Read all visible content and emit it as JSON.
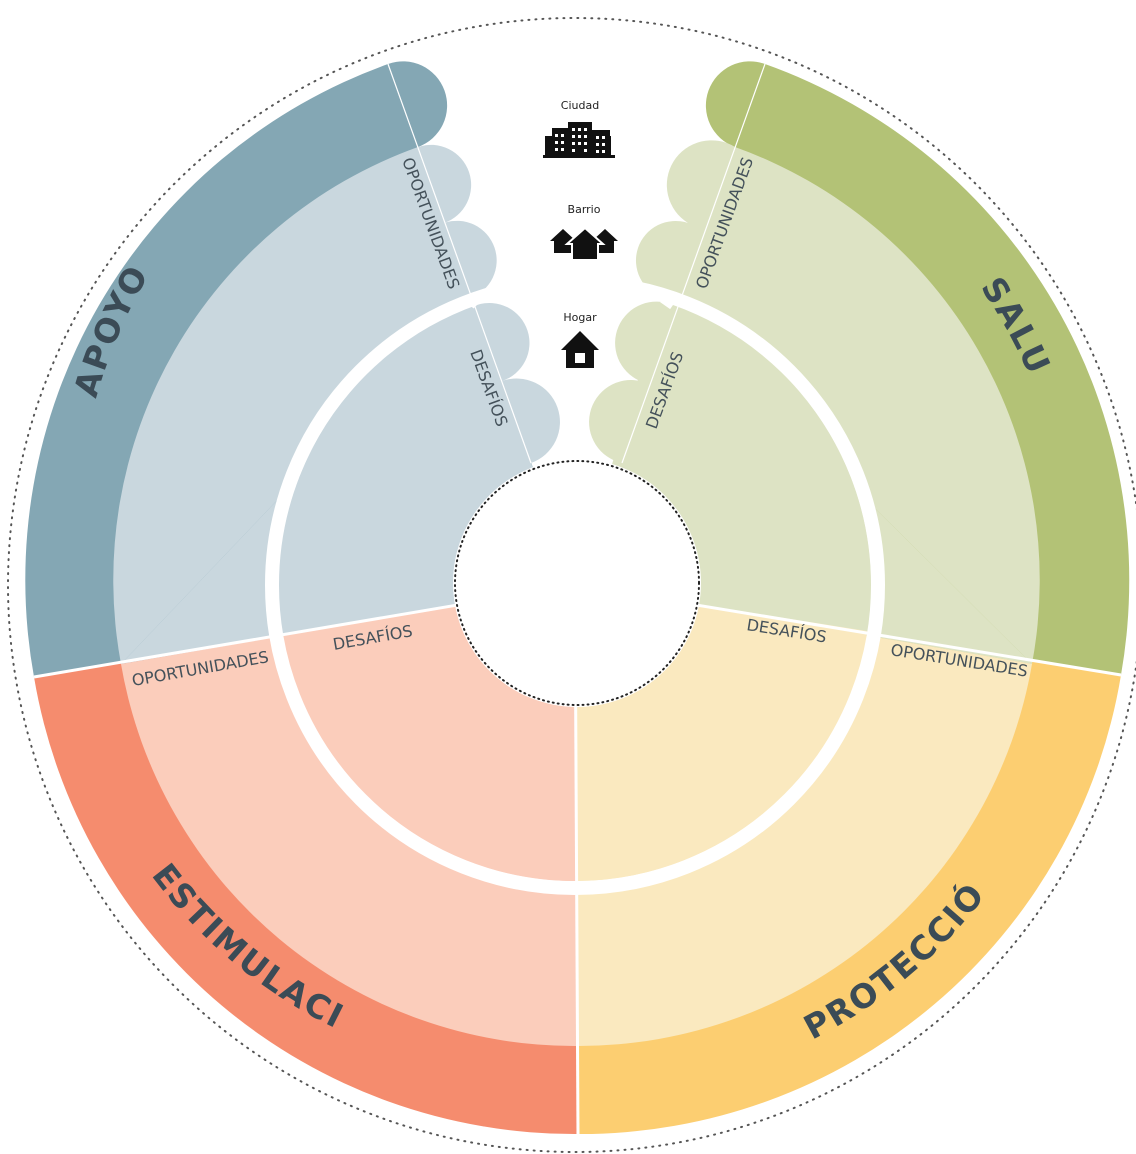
{
  "colors": {
    "apoyo_outer": "#84a7b4",
    "apoyo_mid": "#c9d7de",
    "salud_outer": "#b3c276",
    "salud_mid": "#dde3c4",
    "estimulacion_outer": "#f58c6e",
    "estimulacion_mid": "#fbcdbb",
    "proteccion_outer": "#fcce71",
    "proteccion_mid": "#fae9bf",
    "text": "#3b4b56"
  },
  "quadrants": {
    "apoyo": {
      "label": "APOYO",
      "outer_label": "OPORTUNIDADES",
      "inner_label": "DESAFÍOS"
    },
    "salud": {
      "label": "SALUD",
      "outer_label": "OPORTUNIDADES",
      "inner_label": "DESAFÍOS"
    },
    "estimulacion": {
      "label": "ESTIMULACIÓN",
      "outer_label": "OPORTUNIDADES",
      "inner_label": "DESAFÍOS"
    },
    "proteccion": {
      "label": "PROTECCIÓN",
      "outer_label": "OPORTUNIDADES",
      "inner_label": "DESAFÍOS"
    }
  },
  "scales": [
    {
      "label": "Ciudad",
      "icon": "city-icon"
    },
    {
      "label": "Barrio",
      "icon": "neighborhood-icon"
    },
    {
      "label": "Hogar",
      "icon": "home-icon"
    }
  ]
}
